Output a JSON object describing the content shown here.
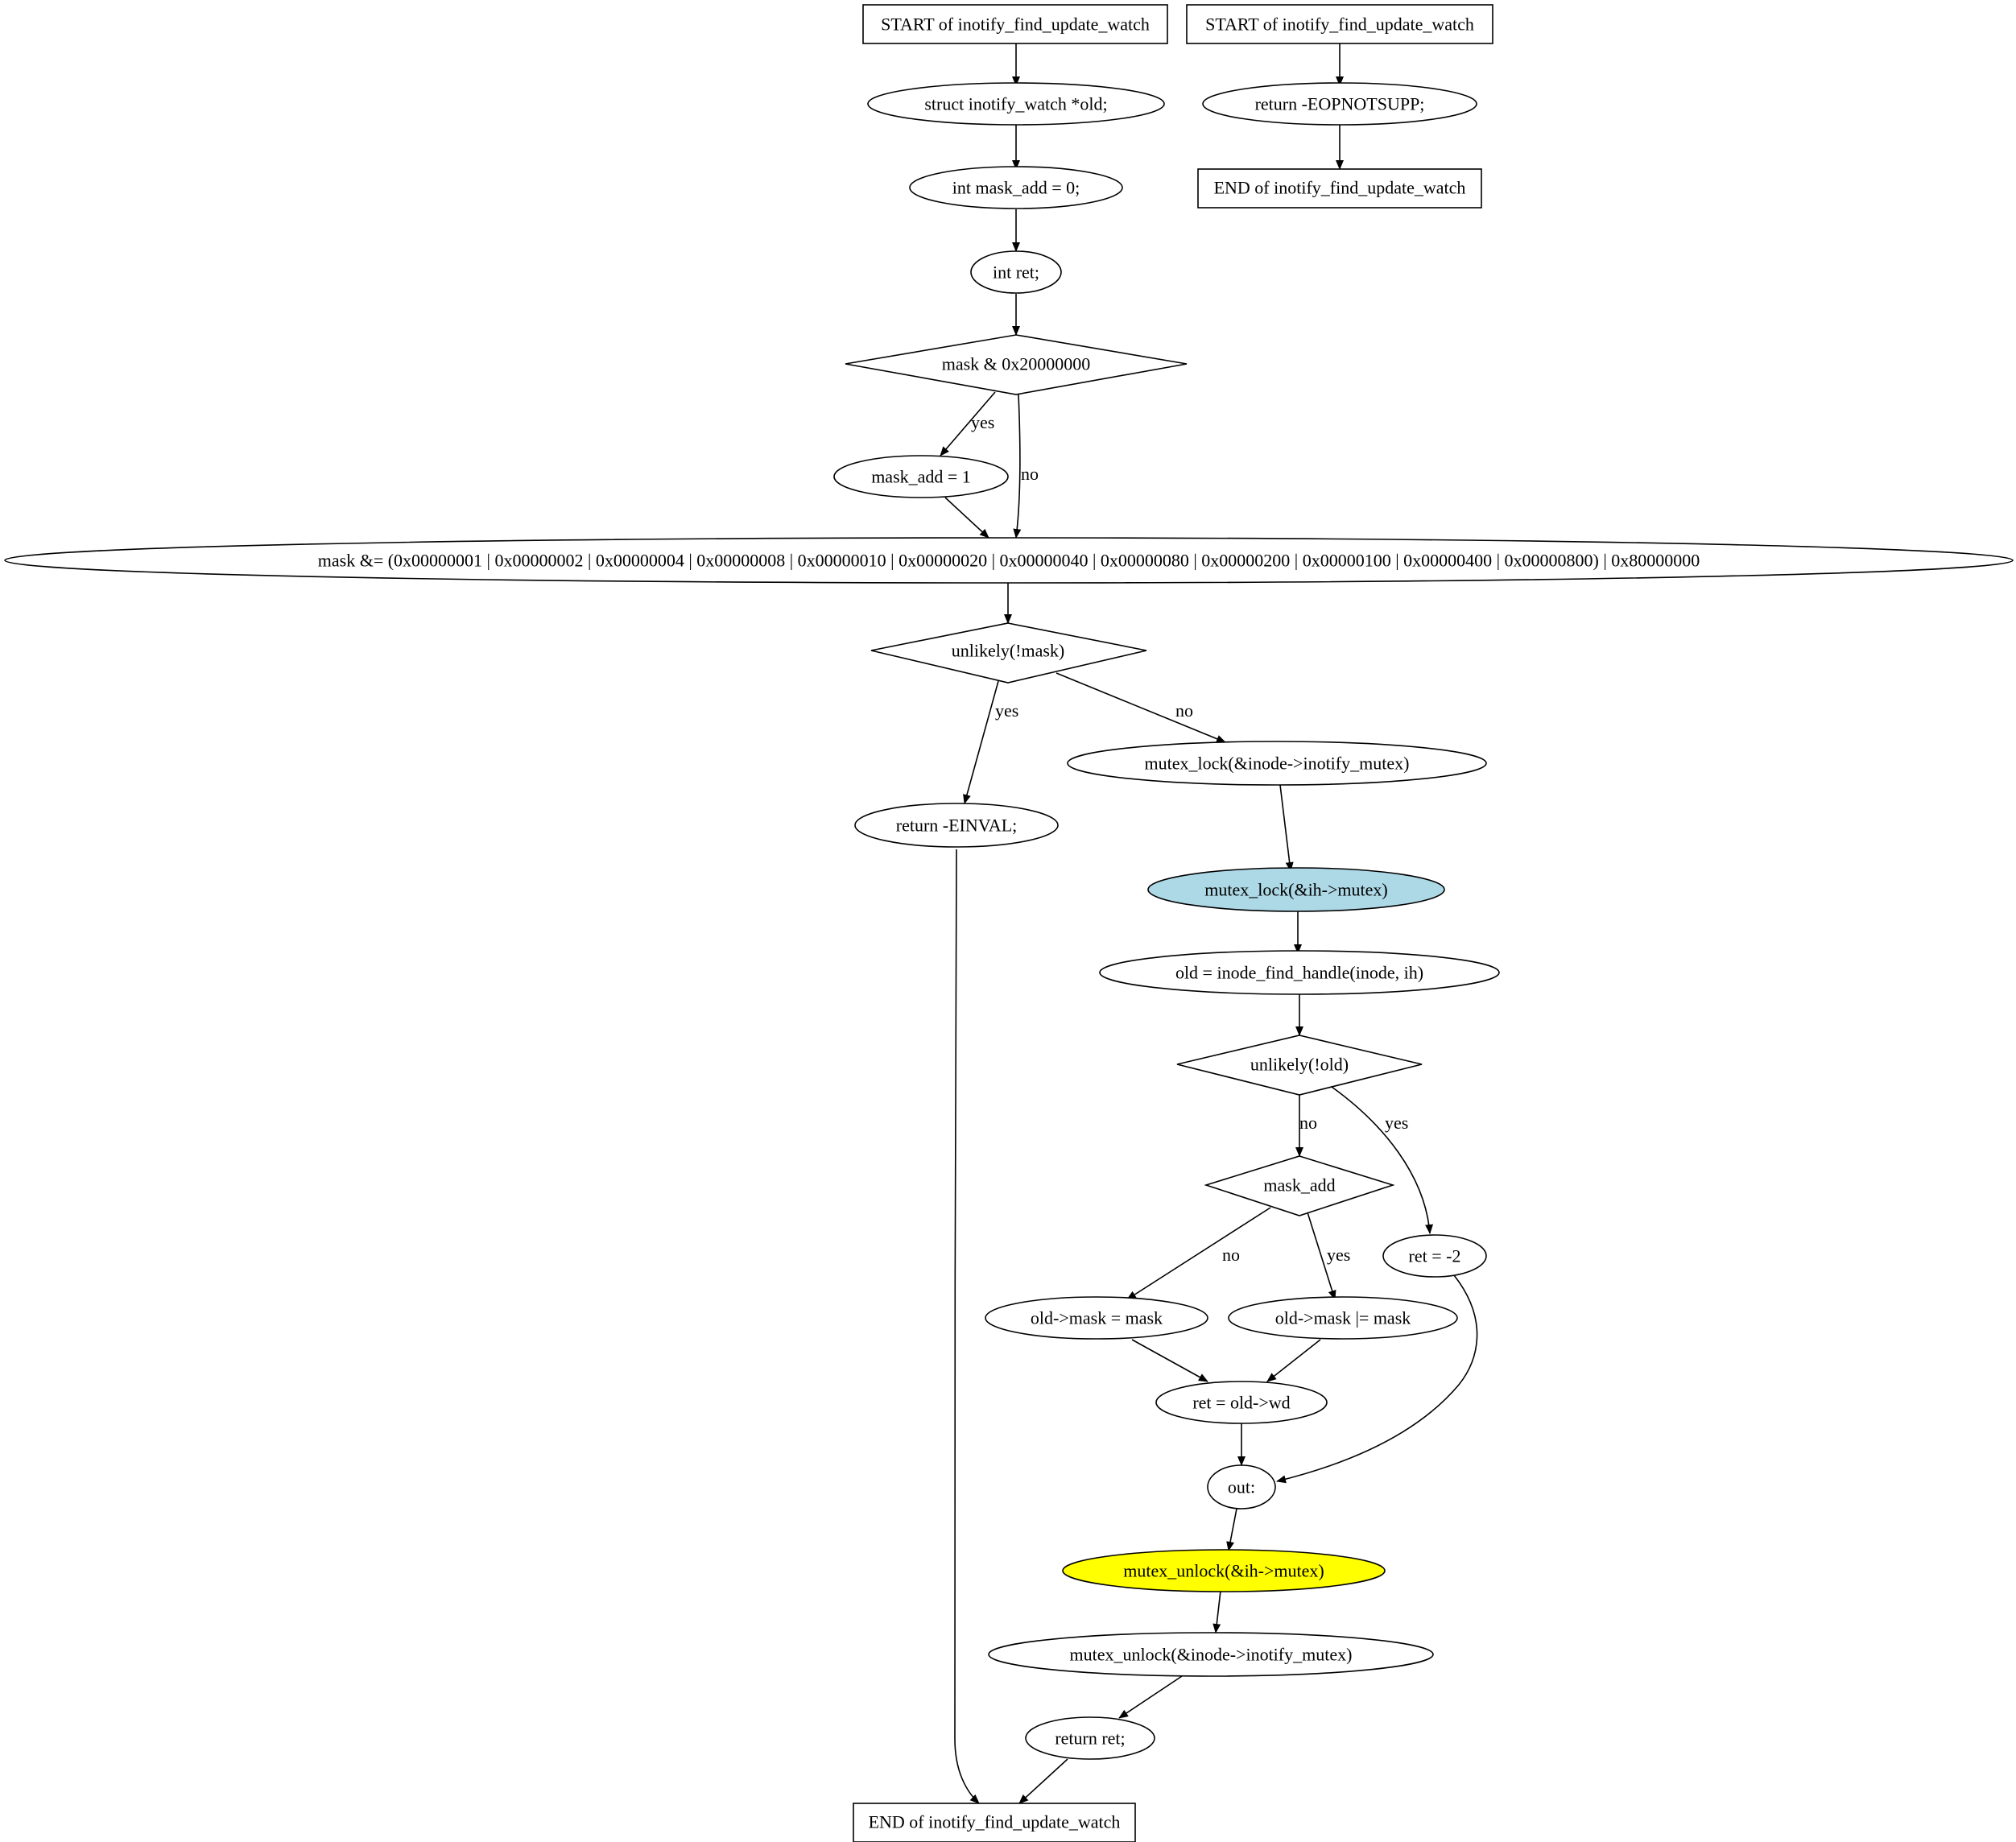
{
  "colors": {
    "stroke": "#000000",
    "default_fill": "#ffffff",
    "lightblue": "#add8e6",
    "yellow": "#ffff00"
  },
  "nodes": {
    "start1": "START of inotify_find_update_watch",
    "decl_old": "struct inotify_watch *old;",
    "decl_mask_add": "int mask_add = 0;",
    "decl_ret": "int ret;",
    "cond_mask_flag": "mask & 0x20000000",
    "set_mask_add": "mask_add = 1",
    "mask_and": "mask &= (0x00000001 | 0x00000002 | 0x00000004 | 0x00000008 | 0x00000010 | 0x00000020 | 0x00000040 | 0x00000080 | 0x00000200 | 0x00000100 | 0x00000400 | 0x00000800) | 0x80000000",
    "cond_unlikely_mask": "unlikely(!mask)",
    "return_einval": "return -EINVAL;",
    "lock_inotify": "mutex_lock(&inode->inotify_mutex)",
    "lock_ih": "mutex_lock(&ih->mutex)",
    "find_handle": "old = inode_find_handle(inode, ih)",
    "cond_unlikely_old": "unlikely(!old)",
    "cond_mask_add": "mask_add",
    "ret_neg2": "ret = -2",
    "assign_mask": "old->mask = mask",
    "or_mask": "old->mask |= mask",
    "ret_wd": "ret = old->wd",
    "label_out": "out:",
    "unlock_ih": "mutex_unlock(&ih->mutex)",
    "unlock_inotify": "mutex_unlock(&inode->inotify_mutex)",
    "return_ret": "return ret;",
    "end1": "END of inotify_find_update_watch",
    "start2": "START of inotify_find_update_watch",
    "return_eopnotsupp": "return -EOPNOTSUPP;",
    "end2": "END of inotify_find_update_watch"
  },
  "edge_labels": {
    "flag_yes": "yes",
    "flag_no": "no",
    "mask_yes": "yes",
    "mask_no": "no",
    "old_no": "no",
    "old_yes": "yes",
    "add_no": "no",
    "add_yes": "yes"
  }
}
